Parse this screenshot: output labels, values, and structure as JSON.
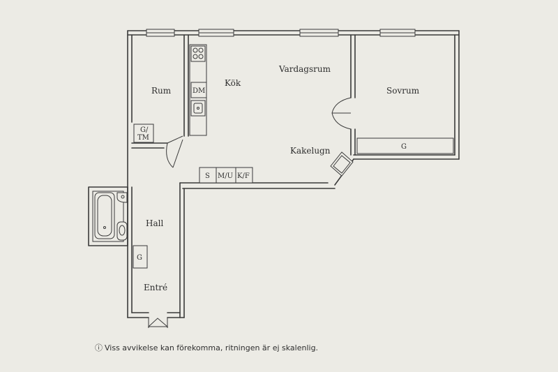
{
  "rooms": {
    "rum": "Rum",
    "kok": "Kök",
    "vardagsrum": "Vardagsrum",
    "sovrum": "Sovrum",
    "hall": "Hall",
    "entre": "Entré",
    "kakelugn": "Kakelugn"
  },
  "fixtures": {
    "dm": "DM",
    "gtm_line1": "G/",
    "gtm_line2": "TM",
    "s": "S",
    "mu": "M/U",
    "kf": "K/F",
    "g_sovrum": "G",
    "g_hall": "G"
  },
  "disclaimer": {
    "icon": "info-circle-icon",
    "text": "Viss avvikelse kan förekomma, ritningen är ej skalenlig."
  }
}
